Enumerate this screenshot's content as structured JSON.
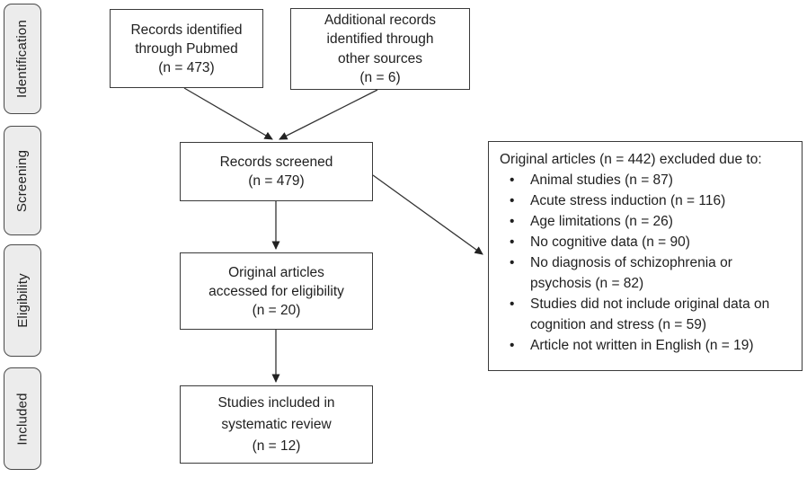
{
  "colors": {
    "background": "#ffffff",
    "box_border": "#3a3a3a",
    "sidebar_fill": "#ececec",
    "line": "#333333",
    "text": "#1f1f1f"
  },
  "sidebar": {
    "stages": [
      {
        "label": "Identification"
      },
      {
        "label": "Screening"
      },
      {
        "label": "Eligibility"
      },
      {
        "label": "Included"
      }
    ]
  },
  "boxes": {
    "pubmed": {
      "text": "Records identified\nthrough Pubmed\n(n = 473)"
    },
    "additional": {
      "text": "Additional records\nidentified through\nother sources\n(n = 6)"
    },
    "screened": {
      "text": "Records screened\n(n = 479)"
    },
    "eligibility": {
      "text": "Original articles\naccessed for eligibility\n(n = 20)"
    },
    "included": {
      "text": "Studies included in\nsystematic review\n(n = 12)"
    },
    "excluded": {
      "header": "Original articles (n = 442) excluded due to:",
      "items": [
        "Animal studies (n = 87)",
        "Acute stress induction (n = 116)",
        "Age limitations (n = 26)",
        "No cognitive data (n = 90)",
        "No diagnosis of schizophrenia or\npsychosis (n = 82)",
        "Studies did not include original data on\ncognition and stress (n = 59)",
        "Article not written in English (n = 19)"
      ]
    }
  }
}
